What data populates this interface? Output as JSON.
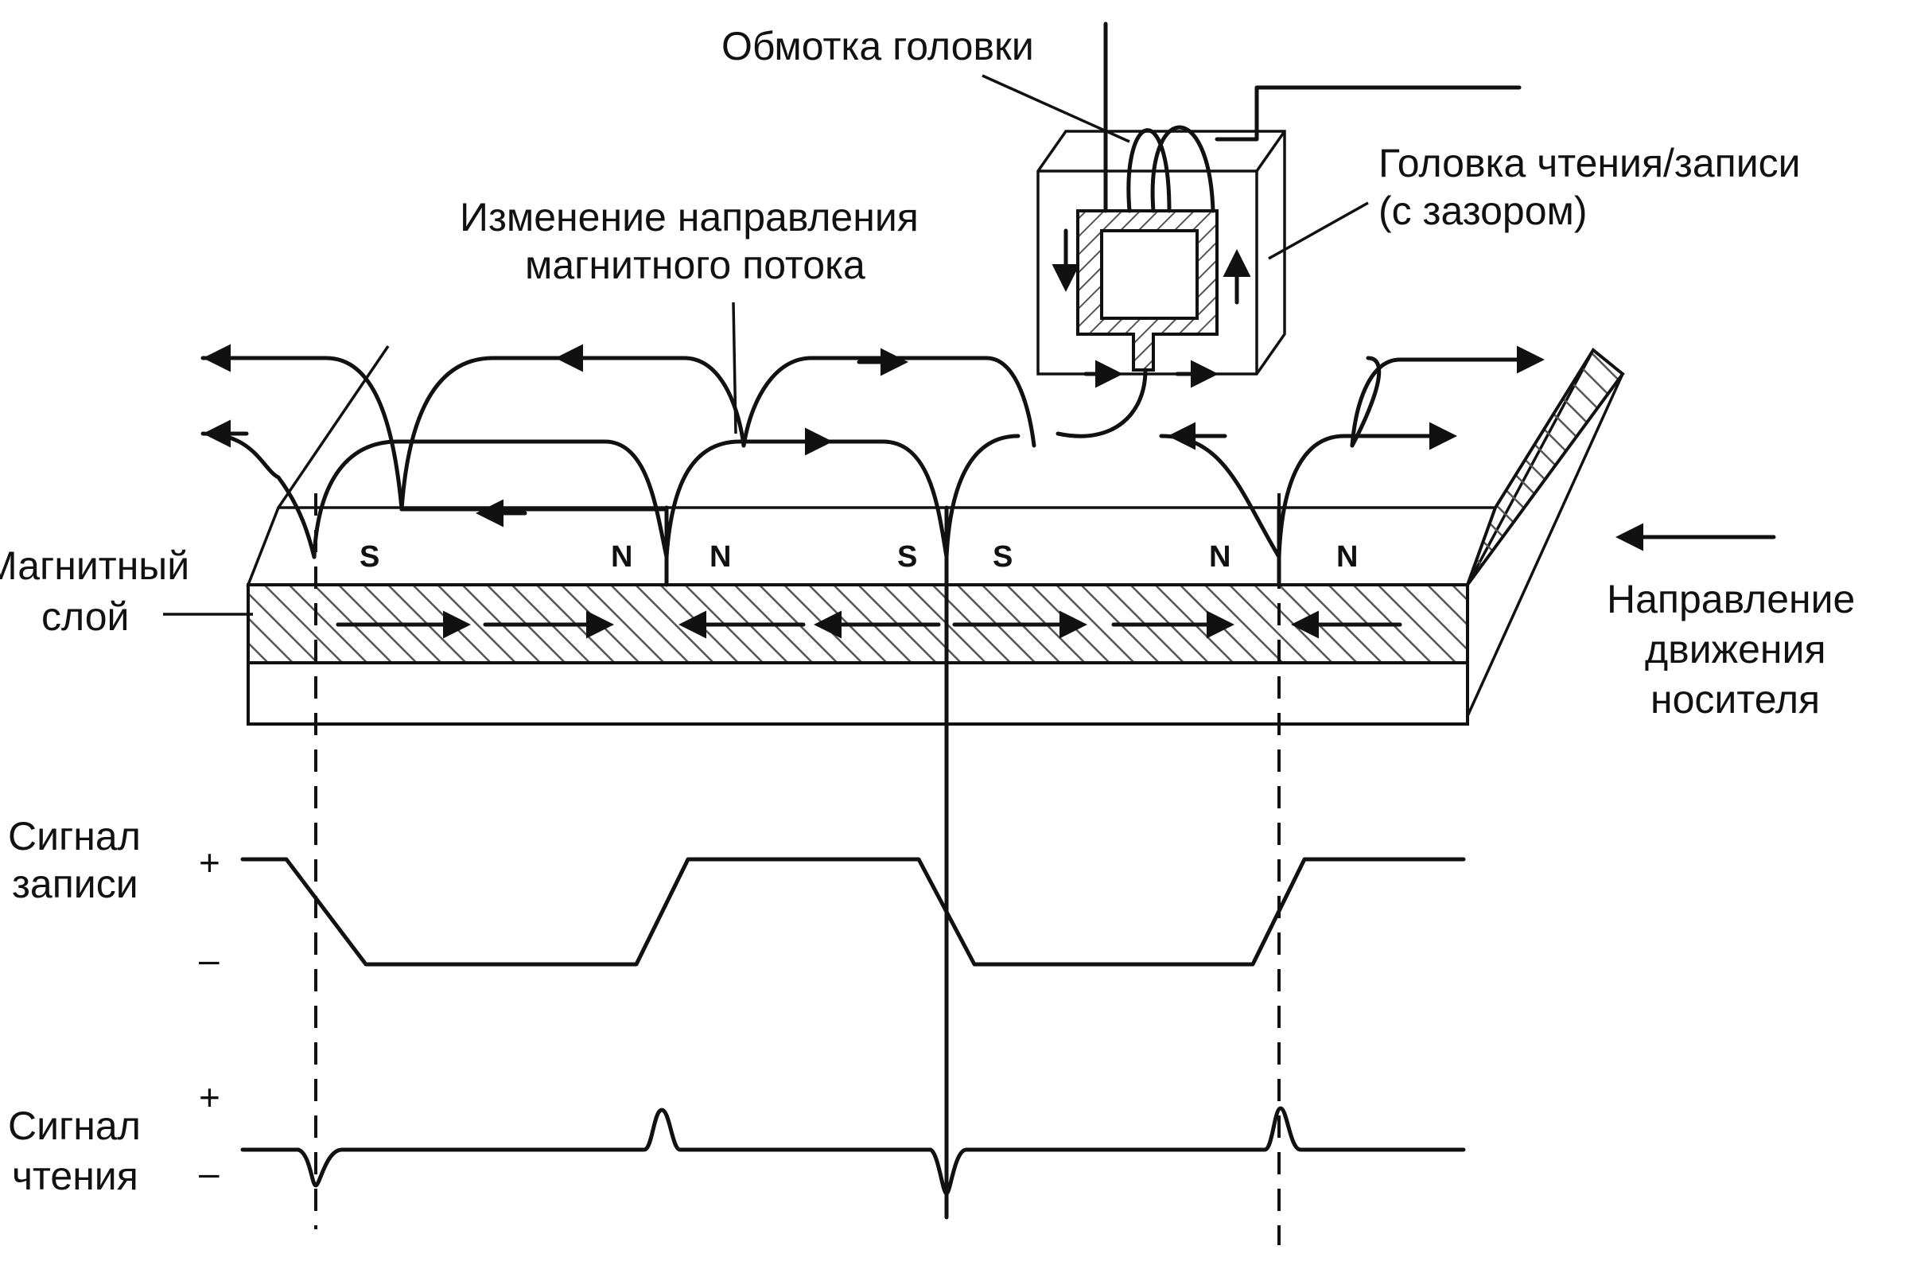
{
  "labels": {
    "coil": "Обмотка головки",
    "flux_line1": "Изменение направления",
    "flux_line2": "магнитного потока",
    "head_line1": "Головка чтения/записи",
    "head_line2": "(с зазором)",
    "layer_line1": "Магнитный",
    "layer_line2": "слой",
    "motion_line1": "Направление",
    "motion_line2": "движения",
    "motion_line3": "носителя",
    "write_line1": "Сигнал",
    "write_line2": "записи",
    "read_line1": "Сигнал",
    "read_line2": "чтения"
  },
  "poles": [
    "S",
    "N",
    "N",
    "S",
    "S",
    "N",
    "N"
  ],
  "signs": {
    "plus": "+",
    "minus": "–"
  },
  "colors": {
    "ink": "#111111",
    "background": "#ffffff",
    "hatch": "#666666"
  }
}
